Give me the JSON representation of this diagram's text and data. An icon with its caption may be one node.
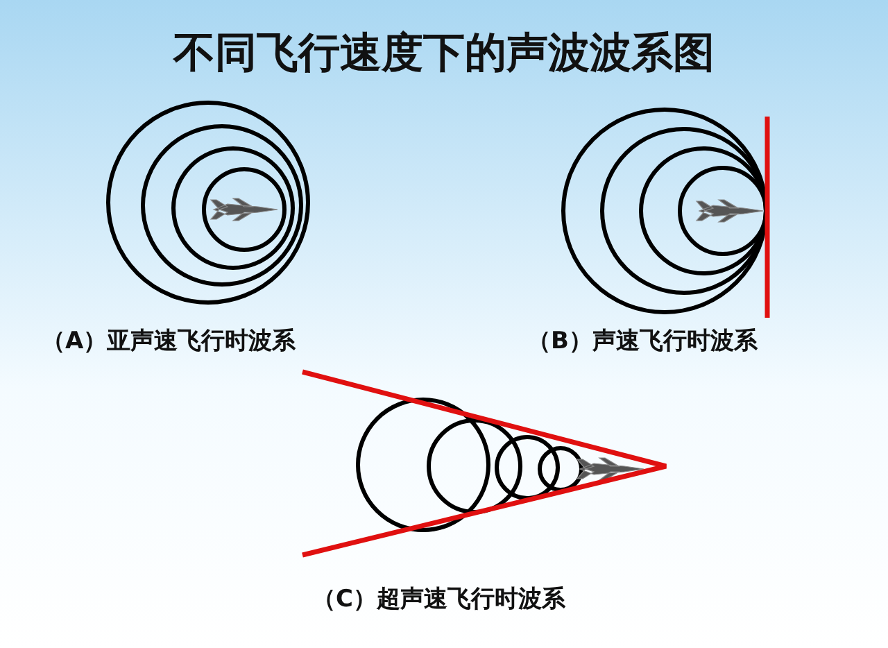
{
  "diagram": {
    "title": "不同飞行速度下的声波波系图",
    "labels": [
      "（A）亚声速飞行时波系",
      "（B）声速飞行时波系",
      "（C）超声速飞行时波系"
    ]
  }
}
